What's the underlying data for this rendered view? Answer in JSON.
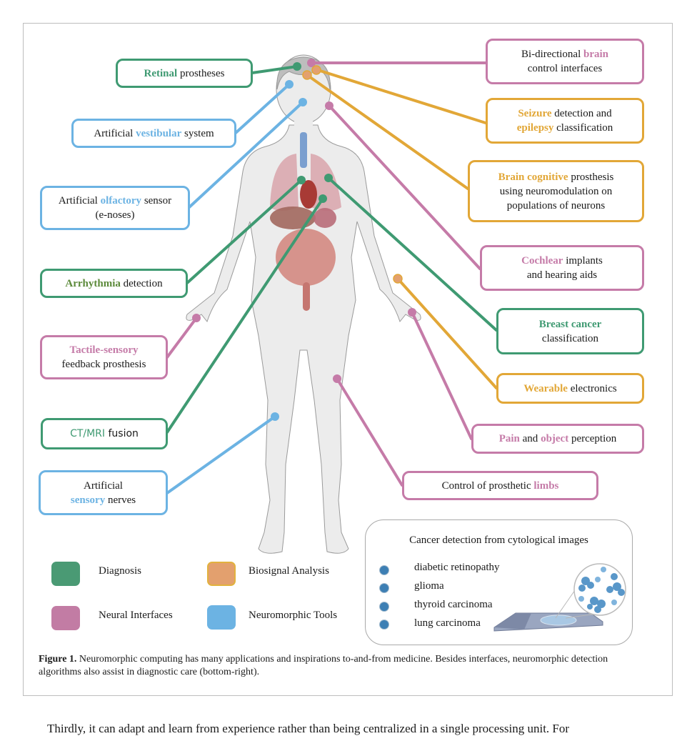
{
  "figure": {
    "colors": {
      "diagnosis": "#3f9a72",
      "neural_interfaces": "#c57ba8",
      "biosignal_analysis": "#e2a737",
      "biosignal_swatch": "#e3a06e",
      "neuromorphic_tools": "#6cb3e3"
    },
    "callouts": {
      "retinal": {
        "hl": "Retinal",
        "rest": " prostheses"
      },
      "vestibular": {
        "pre": "Artificial ",
        "hl": "vestibular",
        "rest": " system"
      },
      "olfactory": {
        "pre": "Artificial ",
        "hl": "olfactory",
        "rest": " sensor",
        "line2": "(e-noses)"
      },
      "arrhythmia": {
        "hl": "Arrhythmia",
        "rest": " detection"
      },
      "tactile": {
        "hl": "Tactile-sensory",
        "line2": "feedback prosthesis"
      },
      "ctmri": {
        "hl": "CT/MRI",
        "rest": " fusion"
      },
      "sensory_nerves": {
        "line1": "Artificial",
        "hl": "sensory",
        "rest": " nerves"
      },
      "bidirectional": {
        "pre": "Bi-directional ",
        "hl": "brain",
        "line2": "control interfaces"
      },
      "seizure": {
        "hl": "Seizure",
        "rest": " detection and",
        "hl2": "epilepsy",
        "rest2": " classification"
      },
      "brain_cognitive": {
        "hl": "Brain cognitive",
        "rest": " prosthesis",
        "line2": "using neuromodulation on",
        "line3": "populations of neurons"
      },
      "cochlear": {
        "hl": "Cochlear",
        "rest": " implants",
        "line2": "and hearing aids"
      },
      "breast": {
        "hl": "Breast cancer",
        "line2": "classification"
      },
      "wearable": {
        "hl": "Wearable",
        "rest": " electronics"
      },
      "pain": {
        "hl": "Pain",
        "mid": " and ",
        "hl2": "object",
        "rest": " perception"
      },
      "limbs": {
        "pre": "Control of prosthetic ",
        "hl": "limbs"
      }
    },
    "legend": [
      {
        "label": "Diagnosis",
        "key": "diagnosis"
      },
      {
        "label": "Biosignal Analysis",
        "key": "biosignal_analysis"
      },
      {
        "label": "Neural Interfaces",
        "key": "neural_interfaces"
      },
      {
        "label": "Neuromorphic Tools",
        "key": "neuromorphic_tools"
      }
    ],
    "cancer_panel": {
      "title": "Cancer detection from cytological images",
      "items": [
        "diabetic retinopathy",
        "glioma",
        "thyroid carcinoma",
        "lung carcinoma"
      ]
    },
    "caption": {
      "label": "Figure 1.",
      "text": " Neuromorphic computing has many applications and inspirations to-and-from medicine. Besides interfaces, neuromorphic detection algorithms also assist in diagnostic care (bottom-right)."
    }
  },
  "body_text_partial": "Thirdly, it can adapt and learn from experience rather than being centralized in a single processing unit. For"
}
